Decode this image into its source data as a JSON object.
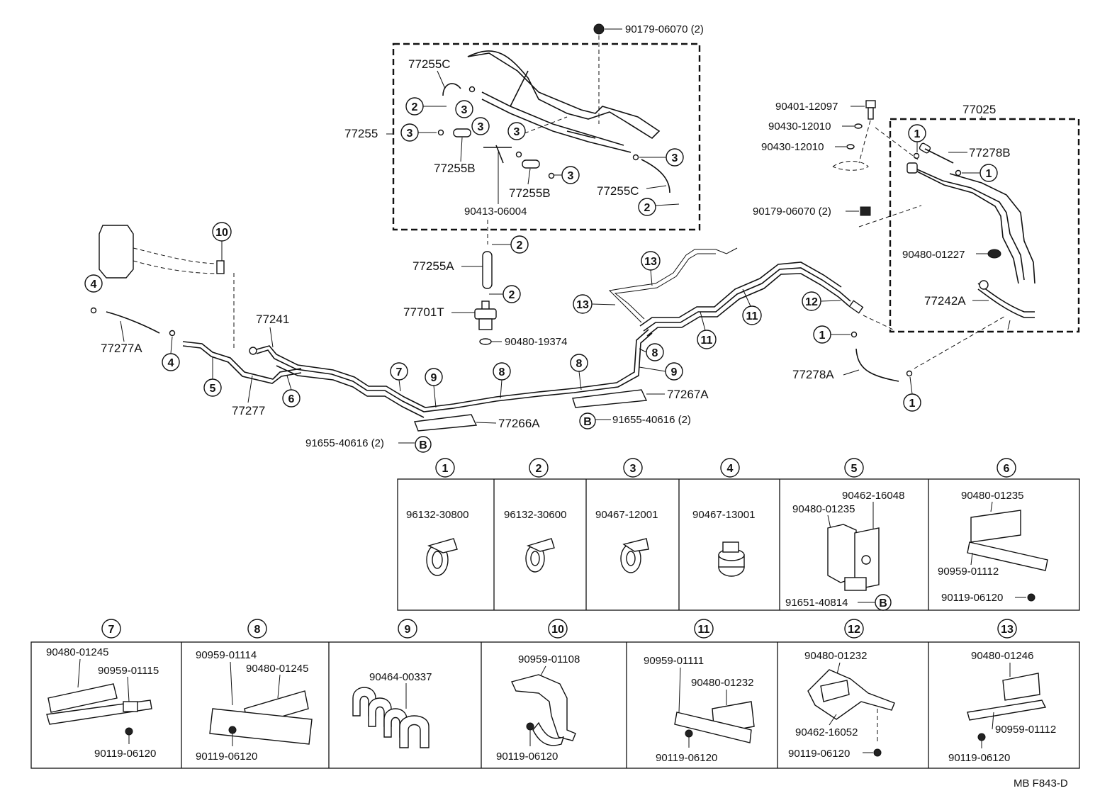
{
  "diagram": {
    "code": "MB  F843-D",
    "top_labels": {
      "bolt_top": "90179-06070 (2)",
      "p77255C_top": "77255C",
      "p77255": "77255",
      "p77255B_left": "77255B",
      "p77255B_right": "77255B",
      "p77255C_right": "77255C",
      "p90413": "90413-06004",
      "p77255A": "77255A",
      "p77701T": "77701T",
      "p90480_19374": "90480-19374",
      "p77241": "77241",
      "p77277A": "77277A",
      "p77277": "77277",
      "p77266A": "77266A",
      "p91655_left": "91655-40616 (2)",
      "p91655_right": "91655-40616 (2)",
      "p77267A": "77267A",
      "p90401": "90401-12097",
      "p90430_a": "90430-12010",
      "p90430_b": "90430-12010",
      "p90179_right": "90179-06070 (2)",
      "p90480_01227": "90480-01227",
      "p77025": "77025",
      "p77278B": "77278B",
      "p77242A": "77242A",
      "p77278A": "77278A",
      "B": "B"
    },
    "callouts": {
      "c1": "1",
      "c2": "2",
      "c3": "3",
      "c4": "4",
      "c5": "5",
      "c6": "6",
      "c7": "7",
      "c8": "8",
      "c9": "9",
      "c10": "10",
      "c11": "11",
      "c12": "12",
      "c13": "13"
    },
    "detail_row1": {
      "d1": {
        "num": "1",
        "parts": [
          "96132-30800"
        ]
      },
      "d2": {
        "num": "2",
        "parts": [
          "96132-30600"
        ]
      },
      "d3": {
        "num": "3",
        "parts": [
          "90467-12001"
        ]
      },
      "d4": {
        "num": "4",
        "parts": [
          "90467-13001"
        ]
      },
      "d5": {
        "num": "5",
        "parts": [
          "90462-16048",
          "90480-01235",
          "91651-40814"
        ]
      },
      "d6": {
        "num": "6",
        "parts": [
          "90480-01235",
          "90959-01112",
          "90119-06120"
        ]
      }
    },
    "detail_row2": {
      "d7": {
        "num": "7",
        "parts": [
          "90480-01245",
          "90959-01115",
          "90119-06120"
        ]
      },
      "d8": {
        "num": "8",
        "parts": [
          "90959-01114",
          "90480-01245",
          "90119-06120"
        ]
      },
      "d9": {
        "num": "9",
        "parts": [
          "90464-00337"
        ]
      },
      "d10": {
        "num": "10",
        "parts": [
          "90959-01108",
          "90119-06120"
        ]
      },
      "d11": {
        "num": "11",
        "parts": [
          "90959-01111",
          "90480-01232",
          "90119-06120"
        ]
      },
      "d12": {
        "num": "12",
        "parts": [
          "90480-01232",
          "90462-16052",
          "90119-06120"
        ]
      },
      "d13": {
        "num": "13",
        "parts": [
          "90480-01246",
          "90959-01112",
          "90119-06120"
        ]
      }
    }
  }
}
